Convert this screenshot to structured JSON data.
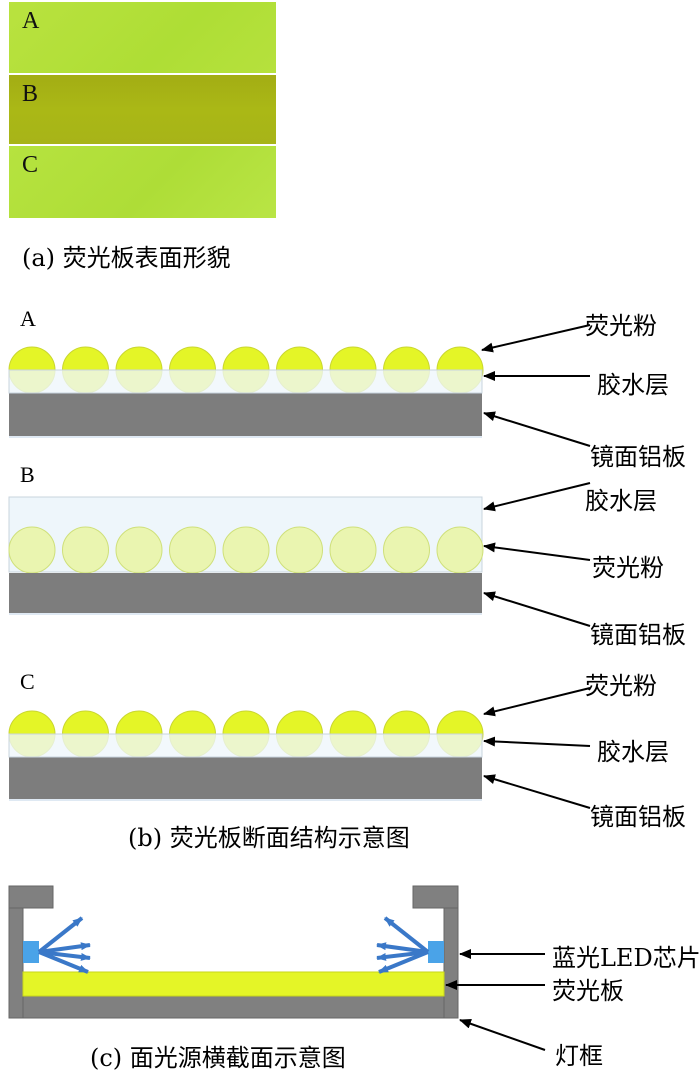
{
  "photos": {
    "a_label": "A",
    "b_label": "B",
    "c_label": "C",
    "caption": "(a) 荧光板表面形貌"
  },
  "cross_sections": {
    "a": {
      "letter": "A",
      "labels": [
        "荧光粉",
        "胶水层",
        "镜面铝板"
      ]
    },
    "b": {
      "letter": "B",
      "labels": [
        "胶水层",
        "荧光粉",
        "镜面铝板"
      ]
    },
    "c": {
      "letter": "C",
      "labels": [
        "荧光粉",
        "胶水层",
        "镜面铝板"
      ]
    },
    "caption": "(b) 荧光板断面结构示意图"
  },
  "light_source": {
    "labels": [
      "蓝光LED芯片",
      "荧光板",
      "灯框"
    ],
    "caption": "(c) 面光源横截面示意图"
  },
  "colors": {
    "phosphor": "#e4f527",
    "glue": "#e6f2fa",
    "aluminum": "#7d7d7d",
    "led": "#4aa3e8",
    "frame": "#808080",
    "photo_a": "#b4e03a",
    "photo_b": "#a9b515",
    "photo_c": "#b2e23c"
  }
}
